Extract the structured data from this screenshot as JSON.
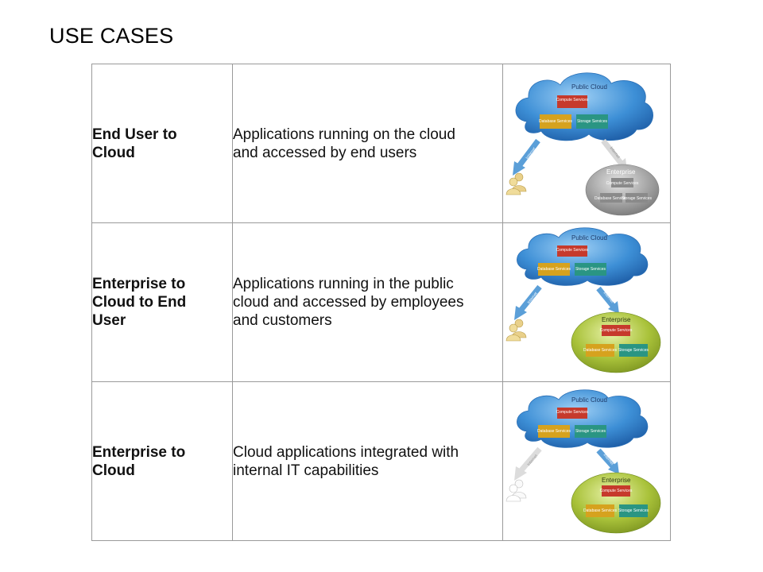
{
  "title": "USE CASES",
  "colors": {
    "cloud_blue": "#3d8fd6",
    "enterprise_gray": "#9c9c9c",
    "enterprise_green": "#a9c23a",
    "compute_red": "#c63a2c",
    "database_gold": "#d6a21e",
    "storage_teal": "#2a9583"
  },
  "rows": [
    {
      "name": "End User to Cloud",
      "description": "Applications running on the cloud and accessed by end users",
      "diagram": {
        "cloud": {
          "title": "Public Cloud",
          "compute": "Compute Services",
          "database": "Database Services",
          "storage": "Storage Services"
        },
        "enterprise": {
          "title": "Enterprise",
          "compute": "Compute Services",
          "database": "Database Services",
          "storage": "Storage Services"
        },
        "left_arrow": "Internet",
        "right_arrow": "Internet"
      }
    },
    {
      "name": "Enterprise to Cloud to End User",
      "description": "Applications running in the public cloud and accessed by employees and customers",
      "diagram": {
        "cloud": {
          "title": "Public Cloud",
          "compute": "Compute Services",
          "database": "Database Services",
          "storage": "Storage Services"
        },
        "enterprise": {
          "title": "Enterprise",
          "compute": "Compute Services",
          "database": "Database Services",
          "storage": "Storage Services"
        },
        "left_arrow": "Internet",
        "right_arrow": "Internet"
      }
    },
    {
      "name": "Enterprise to Cloud",
      "description": "Cloud applications integrated with internal IT capabilities",
      "diagram": {
        "cloud": {
          "title": "Public Cloud",
          "compute": "Compute Services",
          "database": "Database Services",
          "storage": "Storage Services"
        },
        "enterprise": {
          "title": "Enterprise",
          "compute": "Compute Services",
          "database": "Database Services",
          "storage": "Storage Services"
        },
        "left_arrow": "Internet",
        "right_arrow": "Internet"
      }
    }
  ]
}
